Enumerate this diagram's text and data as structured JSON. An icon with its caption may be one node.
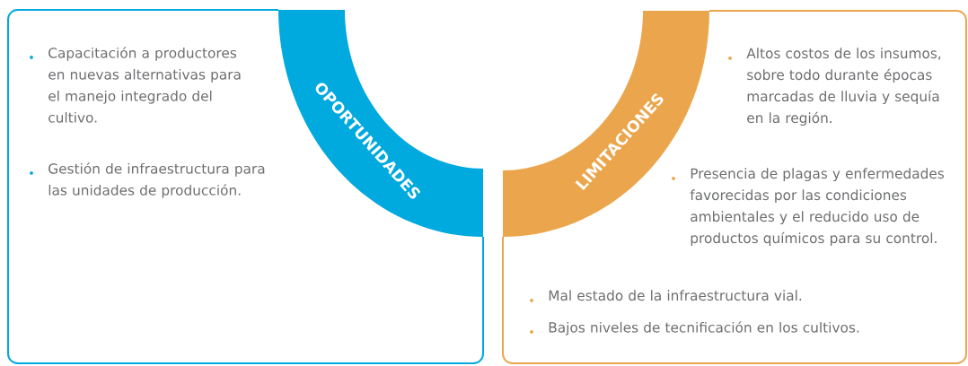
{
  "diagram": {
    "nodes": [
      {
        "text": [
          "Capacitación a productores en nuevas alternativas para el manejo integrado del cultivo.",
          "Gestión de infraestructura para las unidades de producción."
        ]
      },
      {
        "text": [
          "OPORTUNIDADES"
        ],
        "in": 0
      },
      {
        "text": [
          "Altos costos de los insumos, sobre todo durante épocas marcadas de lluvia y sequía en la región.",
          "Presencia de plagas y enfermedades favorecidas por las condiciones ambientales y el reducido uso de productos químicos para su control.",
          "Mal estado de la infraestructura vial.",
          "Bajos niveles de tecnificación en los cultivos."
        ]
      },
      {
        "text": [
          "LIMITACIONES"
        ],
        "in": 2
      }
    ]
  }
}
